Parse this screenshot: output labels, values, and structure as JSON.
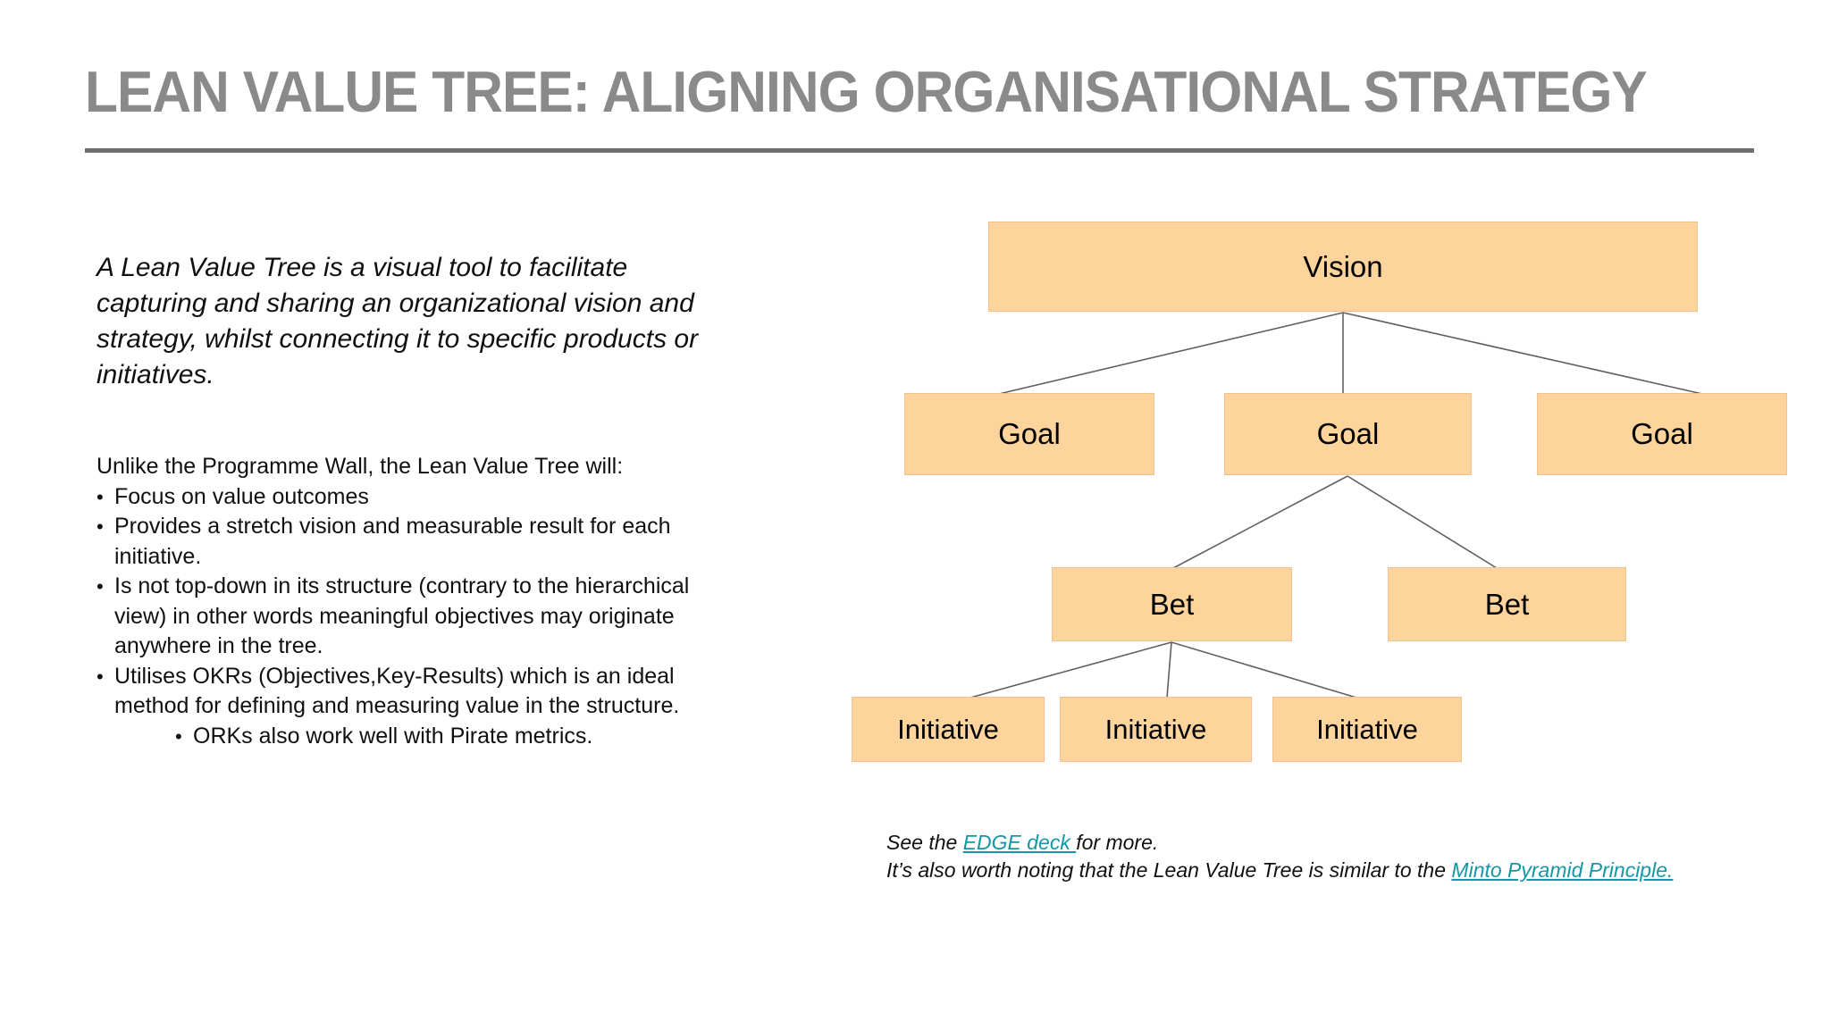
{
  "slide": {
    "title": "LEAN VALUE TREE: ALIGNING ORGANISATIONAL STRATEGY"
  },
  "left": {
    "intro": "A Lean Value Tree is a visual tool to facilitate\ncapturing and sharing an organizational vision and\nstrategy, whilst connecting it to specific products or\ninitiatives.",
    "list_intro": "Unlike the Programme Wall, the Lean Value Tree will:",
    "bullet_char": "•",
    "bullets": [
      "Focus on value outcomes",
      "Provides a stretch vision and measurable result for each\ninitiative.",
      "Is not top-down in its structure (contrary to the hierarchical\nview) in other words meaningful objectives may originate\nanywhere in the tree.",
      "Utilises OKRs (Objectives,Key-Results) which is an ideal\nmethod for defining and measuring value in the structure."
    ],
    "sub_bullet": "ORKs also work well with Pirate metrics."
  },
  "tree": {
    "vision": "Vision",
    "goals": [
      "Goal",
      "Goal",
      "Goal"
    ],
    "bets": [
      "Bet",
      "Bet"
    ],
    "initiatives": [
      "Initiative",
      "Initiative",
      "Initiative"
    ],
    "box_fill_color": "#FDD49C",
    "connector_color": "#606060"
  },
  "note": {
    "line1_prefix": "See the ",
    "line1_link": "EDGE deck ",
    "line1_suffix": "for more.",
    "line2_prefix": "It’s also worth noting that the Lean Value Tree is similar to the ",
    "line2_link": "Minto Pyramid Principle.",
    "link_color": "#1597A7"
  },
  "colors": {
    "title": "#8A8A8A",
    "underline": "#6E6E6E",
    "body_text": "#101010"
  }
}
